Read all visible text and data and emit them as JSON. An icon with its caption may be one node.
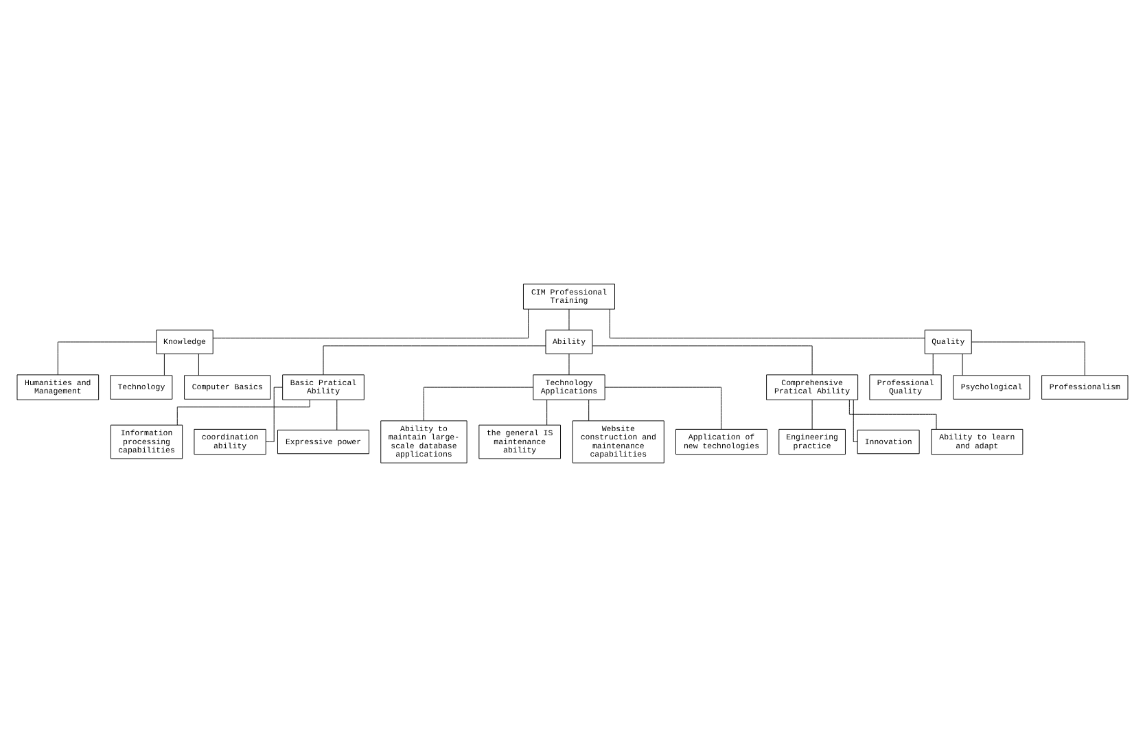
{
  "diagram": {
    "nodes": [
      {
        "text": [
          "CIM Professional Training"
        ]
      },
      {
        "text": [
          "Humanities and Management"
        ]
      },
      {
        "text": [
          "Professional Quality"
        ]
      },
      {
        "text": [
          "Technology"
        ]
      },
      {
        "text": [
          "Knowledge"
        ]
      },
      {
        "text": [
          "Ability"
        ]
      },
      {
        "text": [
          "Quality"
        ]
      },
      {
        "text": [
          "Psychological"
        ]
      },
      {
        "text": [
          "Computer Basics"
        ]
      },
      {
        "text": [
          "Professionalism"
        ]
      },
      {
        "text": [
          "Basic Pratical Ability"
        ]
      },
      {
        "text": [
          "Technology Applications"
        ]
      },
      {
        "text": [
          "Comprehensive Pratical Ability"
        ]
      },
      {
        "text": [
          "Information processing capabilities"
        ]
      },
      {
        "text": [
          "coordination ability"
        ]
      },
      {
        "text": [
          "Expressive power"
        ]
      },
      {
        "text": [
          "Engineering practice"
        ]
      },
      {
        "text": [
          "Innovation"
        ]
      },
      {
        "text": [
          "Ability to learn and adapt"
        ]
      },
      {
        "text": [
          "Ability to maintain large-scale database applications"
        ]
      },
      {
        "text": [
          "the general IS maintenance ability"
        ]
      },
      {
        "text": [
          "Website construction and maintenance capabilities"
        ]
      },
      {
        "text": [
          "Application of new technologies"
        ]
      }
    ],
    "edges": [
      {
        "from": 0,
        "to": 4,
        "arrow": "none"
      },
      {
        "from": 0,
        "to": 5,
        "arrow": "none"
      },
      {
        "from": 0,
        "to": 6,
        "arrow": "none"
      },
      {
        "from": 4,
        "to": 1,
        "arrow": "none"
      },
      {
        "from": 4,
        "to": 3,
        "arrow": "none"
      },
      {
        "from": 4,
        "to": 8,
        "arrow": "none"
      },
      {
        "from": 6,
        "to": 2,
        "arrow": "none"
      },
      {
        "from": 6,
        "to": 7,
        "arrow": "none"
      },
      {
        "from": 6,
        "to": 9,
        "arrow": "none"
      },
      {
        "from": 5,
        "to": 10,
        "arrow": "none"
      },
      {
        "from": 5,
        "to": 11,
        "arrow": "none"
      },
      {
        "from": 5,
        "to": 12,
        "arrow": "none"
      },
      {
        "from": 10,
        "to": 13,
        "arrow": "none"
      },
      {
        "from": 10,
        "to": 14,
        "arrow": "none"
      },
      {
        "from": 10,
        "to": 15,
        "arrow": "none"
      },
      {
        "from": 12,
        "to": 16,
        "arrow": "none"
      },
      {
        "from": 12,
        "to": 17,
        "arrow": "none"
      },
      {
        "from": 12,
        "to": 18,
        "arrow": "none"
      },
      {
        "from": 11,
        "to": 19,
        "arrow": "none"
      },
      {
        "from": 11,
        "to": 20,
        "arrow": "none"
      },
      {
        "from": 11,
        "to": 21,
        "arrow": "none"
      },
      {
        "from": 11,
        "to": 22,
        "arrow": "none"
      }
    ]
  }
}
